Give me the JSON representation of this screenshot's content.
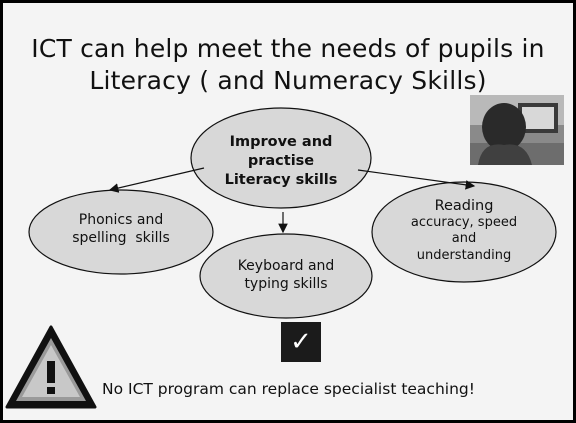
{
  "slide": {
    "title_line1": "ICT can help meet the needs of pupils in",
    "title_line2": "Literacy ( and Numeracy Skills)",
    "center": {
      "line1": "Improve and practise",
      "line2": "Literacy skills"
    },
    "left": {
      "line1": "Phonics and",
      "line2": "spelling  skills"
    },
    "middle": {
      "line1": "Keyboard and",
      "line2": "typing skills"
    },
    "right": {
      "line1": "Reading",
      "line2": "accuracy, speed",
      "line3": "and",
      "line4": "understanding"
    },
    "check_symbol": "✓",
    "warning_text": "No ICT program can replace specialist teaching!",
    "icons": {
      "warning": "warning-triangle-icon",
      "check": "check-icon",
      "photo": "child-at-computer-photo"
    },
    "colors": {
      "ellipse_fill": "#d8d8d8",
      "background": "#f4f4f4",
      "frame": "#000000"
    }
  }
}
